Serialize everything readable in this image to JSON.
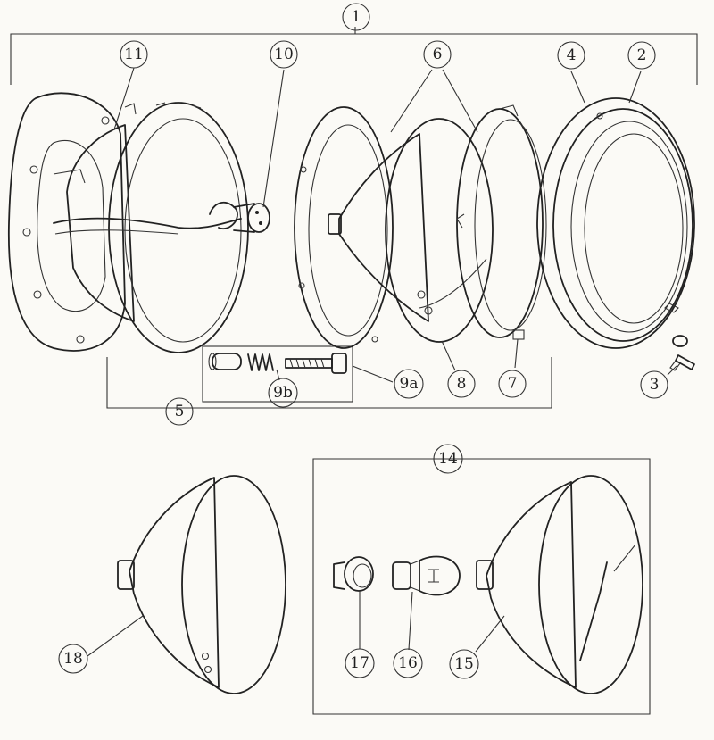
{
  "callouts": {
    "c1": "1",
    "c2": "2",
    "c3": "3",
    "c4": "4",
    "c5": "5",
    "c6": "6",
    "c7": "7",
    "c8": "8",
    "c9a": "9a",
    "c9b": "9b",
    "c10": "10",
    "c11": "11",
    "c14": "14",
    "c15": "15",
    "c16": "16",
    "c17": "17",
    "c18": "18"
  },
  "colors": {
    "ink": "#222222",
    "paper": "#fbfaf6",
    "stipple": "#8a8a8a"
  }
}
